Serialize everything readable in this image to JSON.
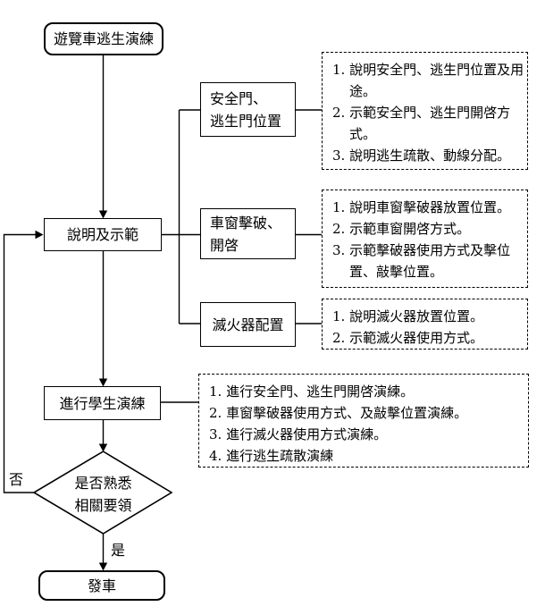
{
  "diagram": {
    "nodes": {
      "start": "遊覽車逃生演練",
      "explain": "說明及示範",
      "branch_doors": "安全門、\n逃生門位置",
      "branch_window": "車窗擊破、\n開啓",
      "branch_extinguisher": "滅火器配置",
      "practice": "進行學生演練",
      "decision": "是否熟悉\n相關要領",
      "end": "發車"
    },
    "edge_labels": {
      "no": "否",
      "yes": "是"
    },
    "notes": {
      "doors": {
        "lines": [
          "1. 說明安全門、逃生門位置及用",
          "途。",
          "2. 示範安全門、逃生門開啓方",
          "式。",
          "3. 說明逃生疏散、動線分配。"
        ]
      },
      "window": {
        "lines": [
          "1. 說明車窗擊破器放置位置。",
          "2. 示範車窗開啓方式。",
          "3. 示範擊破器使用方式及擊位",
          "置、敲擊位置。"
        ]
      },
      "extinguisher": {
        "lines": [
          "1. 說明滅火器放置位置。",
          "2. 示範滅火器使用方式。"
        ]
      },
      "practice": {
        "lines": [
          "1. 進行安全門、逃生門開啓演練。",
          "2. 車窗擊破器使用方式、及敲擊位置演練。",
          "3. 進行滅火器使用方式演練。",
          "4. 進行逃生疏散演練"
        ]
      }
    },
    "colors": {
      "ink": "#000000",
      "background": "#ffffff"
    }
  }
}
